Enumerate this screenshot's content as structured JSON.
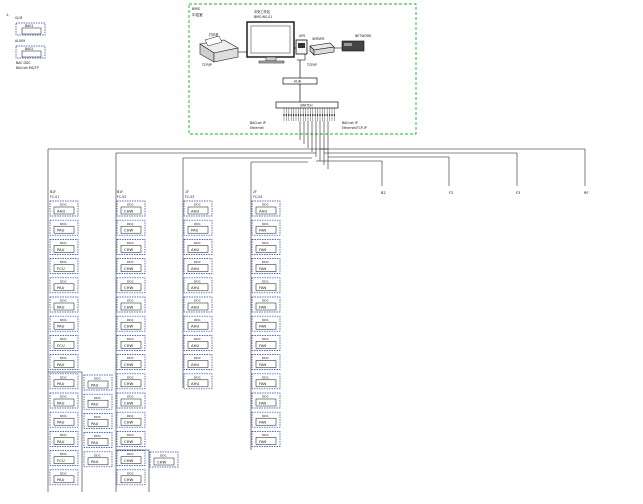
{
  "legend": {
    "marker": "1.",
    "line1": "GJ-M",
    "box1_label": "BA01",
    "line2": "ALX09",
    "box2_label": "BA02",
    "note1": "BAC DDC",
    "note2": "BACnet MS/TP"
  },
  "control_room": {
    "title": "BMS",
    "subtitle": "中控室",
    "printer_label": "打印机",
    "workstation_label": "中央工作站",
    "workstation_sub": "BMS-WS-01",
    "ups_label": "UPS",
    "server_label": "SERVER",
    "router_label": "NETWORK",
    "link_label": "TCP/IP",
    "hub_label": "HUB",
    "switch_label": "SWITCH",
    "left_note_1": "BACnet IP",
    "left_note_2": "Ethernet",
    "right_note_1": "BACnet IP",
    "right_note_2": "Ethernet/TCP-IP"
  },
  "columns": [
    {
      "id": "c1",
      "head1": "B1F",
      "head2": "FC-01",
      "units": [
        "AHU",
        "PAU",
        "PAU",
        "FCU",
        "PAU",
        "PAU",
        "PAU",
        "FCU",
        "PAU",
        "PAU",
        "PAU",
        "PAU",
        "PAU",
        "FCU",
        "PAU"
      ]
    },
    {
      "id": "c2",
      "head1": "B1F",
      "head2": "FC-02",
      "units": [
        "CHW",
        "CHW",
        "CHW",
        "CHW",
        "CHW",
        "CHW",
        "CHW",
        "CHW",
        "CHW",
        "CHW",
        "CHW",
        "CHW",
        "CHW",
        "CHW",
        "CHW"
      ]
    },
    {
      "id": "c3",
      "head1": "1F",
      "head2": "FC-03",
      "units": [
        "AHU",
        "PAU",
        "AHU",
        "AHU",
        "AHU",
        "AHU",
        "AHU",
        "AHU",
        "AHU",
        "AHU"
      ]
    },
    {
      "id": "c4",
      "head1": "2F",
      "head2": "FC-04",
      "units": [
        "AHU",
        "FAN",
        "FAN",
        "FAN",
        "FAN",
        "FAN",
        "FAN",
        "FAN",
        "FAN",
        "FAN",
        "FAN",
        "FAN",
        "FAN"
      ]
    },
    {
      "id": "c5",
      "head1": "",
      "head2": "",
      "units": [
        "PAU",
        "PAU",
        "PAU",
        "PAU",
        "PAU"
      ]
    },
    {
      "id": "c6",
      "head1": "",
      "head2": "",
      "units": [
        "CHW"
      ]
    }
  ],
  "unit_top_label": "DDC",
  "branches": [
    "B2",
    "F2",
    "F3",
    "RF"
  ]
}
